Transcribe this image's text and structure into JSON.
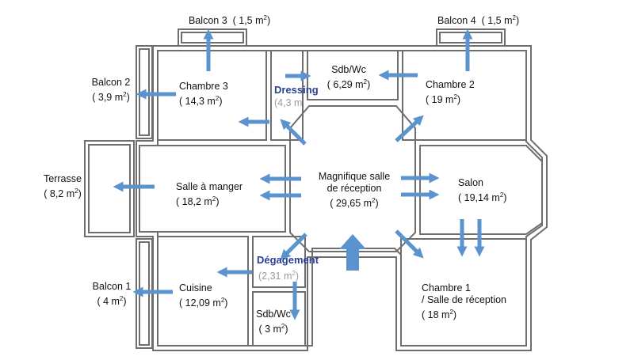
{
  "plan": {
    "rooms": {
      "balcon3": {
        "name": "Balcon 3",
        "area": "( 1,5 m",
        "exp": "2",
        "close": ")"
      },
      "balcon4": {
        "name": "Balcon 4",
        "area": "( 1,5 m",
        "exp": "2",
        "close": ")"
      },
      "balcon2": {
        "name": "Balcon 2",
        "area": "( 3,9 m",
        "exp": "2",
        "close": ")"
      },
      "chambre3": {
        "name": "Chambre 3",
        "area": "( 14,3 m",
        "exp": "2",
        "close": ")"
      },
      "dressing": {
        "name": "Dressing",
        "area": "(4,3 m",
        "exp": "",
        "close": ""
      },
      "sdbwc_top": {
        "name": "Sdb/Wc",
        "area": "( 6,29 m",
        "exp": "2",
        "close": ")"
      },
      "chambre2": {
        "name": "Chambre 2",
        "area": "( 19 m",
        "exp": "2",
        "close": ")"
      },
      "terrasse": {
        "name": "Terrasse",
        "area": "( 8,2 m",
        "exp": "2",
        "close": ")"
      },
      "salle_a_manger": {
        "name": "Salle à manger",
        "area": "( 18,2 m",
        "exp": "2",
        "close": ")"
      },
      "reception": {
        "line1": "Magnifique salle",
        "line2": "de réception",
        "area": "( 29,65 m",
        "exp": "2",
        "close": ")"
      },
      "salon": {
        "name": "Salon",
        "area": "( 19,14 m",
        "exp": "2",
        "close": ")"
      },
      "degagement": {
        "name": "Dégagement",
        "area": "(2,31 m",
        "exp": "2",
        "close": ")"
      },
      "balcon1": {
        "name": "Balcon 1",
        "area": "( 4 m",
        "exp": "2",
        "close": ")"
      },
      "cuisine": {
        "name": "Cuisine",
        "area": "( 12,09 m",
        "exp": "2",
        "close": ")"
      },
      "sdbwc_bottom": {
        "name": "Sdb/Wc",
        "area": "( 3 m",
        "exp": "2",
        "close": ")"
      },
      "chambre1": {
        "line1": "Chambre 1",
        "line2": "/ Salle de réception",
        "area": "( 18 m",
        "exp": "2",
        "close": ")"
      }
    },
    "colors": {
      "wall": "#6e6e6e",
      "arrow": "#5b93cf",
      "label": "#111111",
      "accent_label": "#2a3f96",
      "muted_label": "#9a9a9a"
    }
  }
}
